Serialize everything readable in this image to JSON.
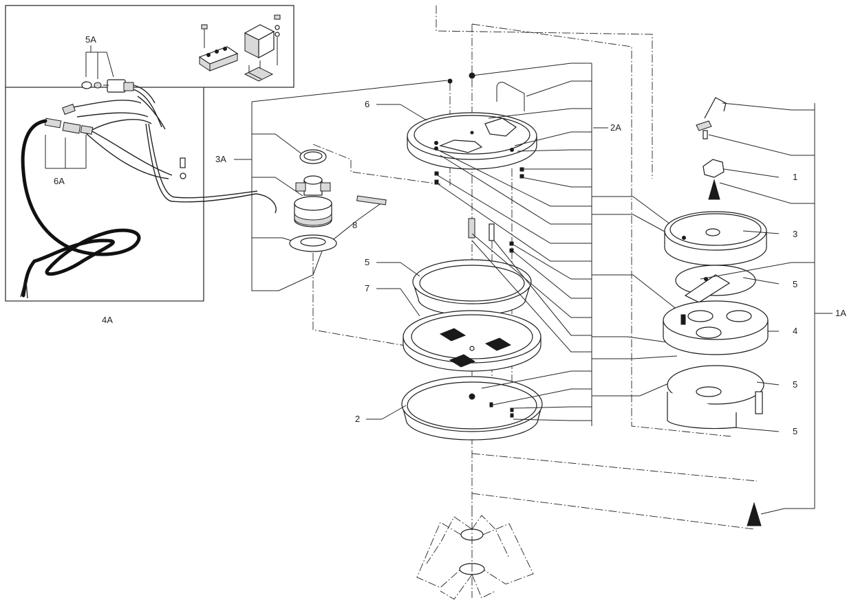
{
  "callouts": {
    "c1": "1",
    "c1A": "1A",
    "c2": "2",
    "c2A": "2A",
    "c3": "3",
    "c3A": "3A",
    "c4": "4",
    "c4A": "4A",
    "c5a": "5",
    "c5b": "5",
    "c5c": "5",
    "c5d": "5",
    "c5A": "5A",
    "c6": "6",
    "c6A": "6A",
    "c7": "7",
    "c8": "8"
  },
  "colors": {
    "ink": "#1a1a1a",
    "paper": "#ffffff",
    "shade": "#d9d9d9"
  }
}
